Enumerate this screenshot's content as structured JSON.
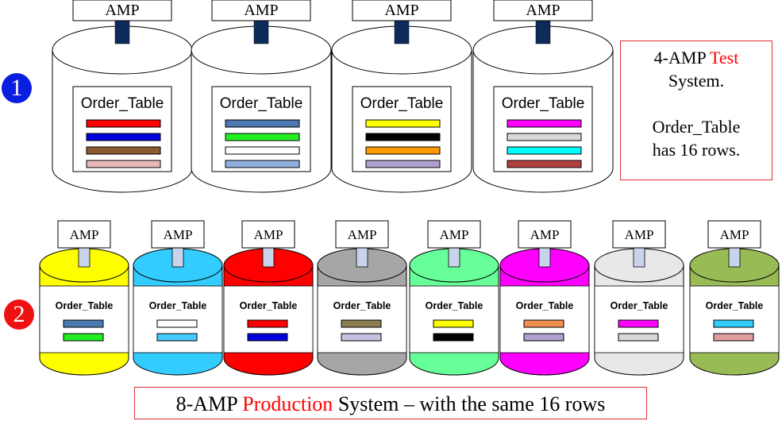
{
  "badges": {
    "row1": "1",
    "row2": "2"
  },
  "test_system": {
    "line1_prefix": "4-AMP ",
    "line1_highlight": "Test",
    "line2": "System.",
    "line3": "Order_Table",
    "line4": "has 16 rows.",
    "highlight_color": "#ff0000"
  },
  "production_caption": {
    "prefix": "8-AMP ",
    "highlight": "Production",
    "suffix": " System – with the same 16 rows",
    "highlight_color": "#ff0000"
  },
  "colors": {
    "badge1": "#0a1ee0",
    "badge2": "#ee1111",
    "connector_dark": "#0c2a5a",
    "connector_light": "#c8d4ec"
  },
  "test_amps": [
    {
      "amp_label": "AMP",
      "table_label": "Order_Table",
      "rows": [
        "#ff0000",
        "#0000dd",
        "#8b5a30",
        "#e8b8b8"
      ]
    },
    {
      "amp_label": "AMP",
      "table_label": "Order_Table",
      "rows": [
        "#4a78b0",
        "#22ee22",
        "#ffffff",
        "#90b0e0"
      ]
    },
    {
      "amp_label": "AMP",
      "table_label": "Order_Table",
      "rows": [
        "#ffff00",
        "#000000",
        "#ff9900",
        "#b0a0d0"
      ]
    },
    {
      "amp_label": "AMP",
      "table_label": "Order_Table",
      "rows": [
        "#ff00ff",
        "#d8d8d8",
        "#00ffff",
        "#b04040"
      ]
    }
  ],
  "prod_amps": [
    {
      "amp_label": "AMP",
      "table_label": "Order_Table",
      "color": "#ffff00",
      "rows": [
        "#4a78b0",
        "#22ee22"
      ]
    },
    {
      "amp_label": "AMP",
      "table_label": "Order_Table",
      "color": "#33ccff",
      "rows": [
        "#ffffff",
        "#44ccff"
      ]
    },
    {
      "amp_label": "AMP",
      "table_label": "Order_Table",
      "color": "#ff0000",
      "rows": [
        "#ff0000",
        "#0000dd"
      ]
    },
    {
      "amp_label": "AMP",
      "table_label": "Order_Table",
      "color": "#a6a6a6",
      "rows": [
        "#8b7d50",
        "#c8c0e0"
      ]
    },
    {
      "amp_label": "AMP",
      "table_label": "Order_Table",
      "color": "#66ff99",
      "rows": [
        "#ffff00",
        "#000000"
      ]
    },
    {
      "amp_label": "AMP",
      "table_label": "Order_Table",
      "color": "#ff00ff",
      "rows": [
        "#f09050",
        "#b0a0d0"
      ]
    },
    {
      "amp_label": "AMP",
      "table_label": "Order_Table",
      "color": "#e8e8e8",
      "rows": [
        "#ff00ff",
        "#d8d8d8"
      ]
    },
    {
      "amp_label": "AMP",
      "table_label": "Order_Table",
      "color": "#99bb55",
      "rows": [
        "#33ccff",
        "#e0a0a0"
      ]
    }
  ]
}
